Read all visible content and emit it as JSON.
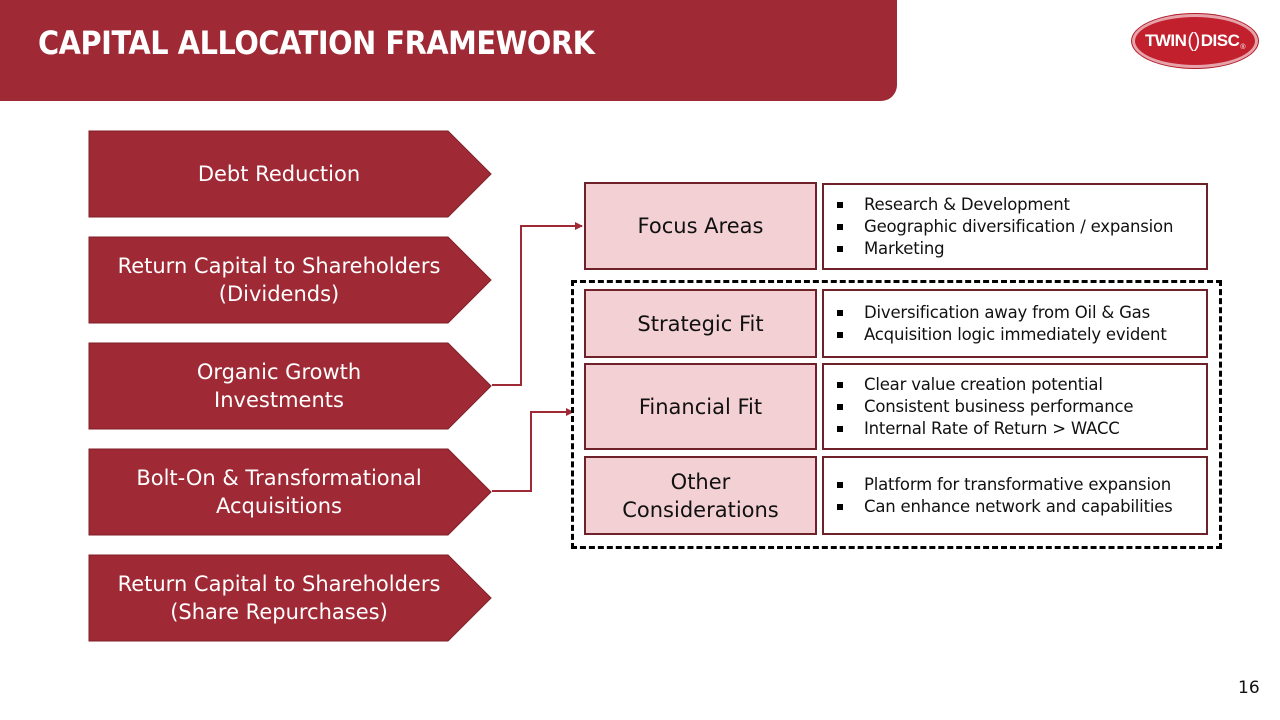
{
  "header": {
    "title": "CAPITAL ALLOCATION FRAMEWORK",
    "logo": {
      "left": "TWIN",
      "right": "DISC",
      "mark": "®"
    }
  },
  "colors": {
    "brand_red": "#9f2a35",
    "logo_red": "#c3202e",
    "label_fill": "#f2d0d3",
    "box_border": "#6e2128"
  },
  "priorities": [
    {
      "label": "Debt Reduction"
    },
    {
      "label": "Return Capital to Shareholders\n(Dividends)"
    },
    {
      "label": "Organic Growth\nInvestments"
    },
    {
      "label": "Bolt-On & Transformational\nAcquisitions"
    },
    {
      "label": "Return Capital to Shareholders\n(Share Repurchases)"
    }
  ],
  "criteria": [
    {
      "label": "Focus Areas",
      "bullets": [
        "Research & Development",
        "Geographic diversification / expansion",
        "Marketing"
      ]
    },
    {
      "label": "Strategic Fit",
      "bullets": [
        "Diversification away from Oil & Gas",
        "Acquisition logic immediately evident"
      ]
    },
    {
      "label": "Financial Fit",
      "bullets": [
        "Clear value creation potential",
        "Consistent business performance",
        "Internal Rate of Return > WACC"
      ]
    },
    {
      "label": "Other\nConsiderations",
      "bullets": [
        "Platform for transformative expansion",
        "Can enhance network and capabilities"
      ]
    }
  ],
  "footer": {
    "page_number": "16"
  }
}
